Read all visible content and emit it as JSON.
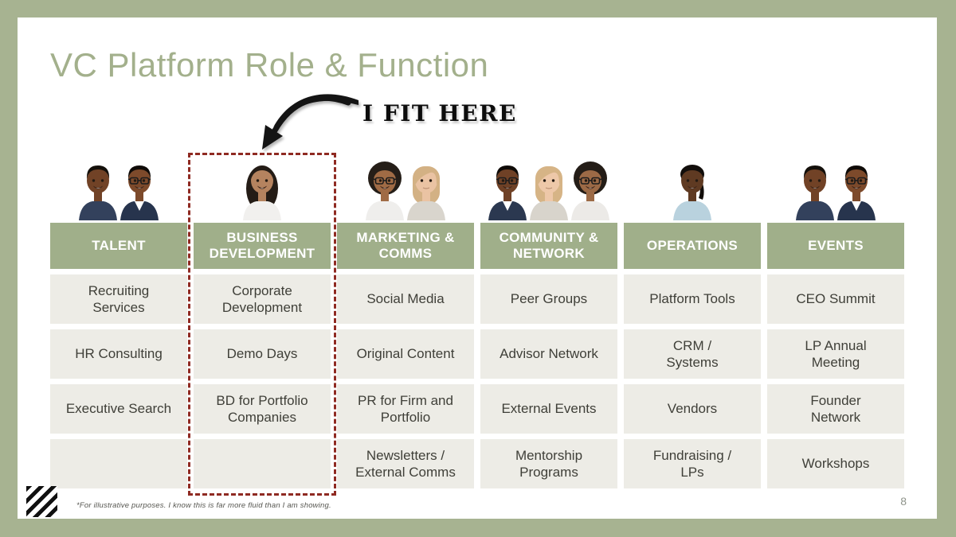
{
  "slide": {
    "title": "VC Platform Role & Function",
    "annotation_label": "I FIT HERE",
    "footnote": "*For illustrative purposes. I know this is far more fluid than I am showing.",
    "page_number": "8",
    "colors": {
      "frame_green": "#a7b391",
      "header_green": "#a0af8a",
      "title_green": "#a3b08c",
      "cell_bg": "#edece6",
      "cell_text": "#3f3f38",
      "highlight_red": "#8f2a22"
    },
    "table": {
      "columns": [
        {
          "header": "TALENT",
          "highlighted": false,
          "rows": [
            "Recruiting\nServices",
            "HR Consulting",
            "Executive Search",
            ""
          ]
        },
        {
          "header": "BUSINESS\nDEVELOPMENT",
          "highlighted": true,
          "rows": [
            "Corporate\nDevelopment",
            "Demo Days",
            "BD for Portfolio\nCompanies",
            ""
          ]
        },
        {
          "header": "MARKETING &\nCOMMS",
          "highlighted": false,
          "rows": [
            "Social Media",
            "Original Content",
            "PR for Firm and\nPortfolio",
            "Newsletters /\nExternal Comms"
          ]
        },
        {
          "header": "COMMUNITY &\nNETWORK",
          "highlighted": false,
          "rows": [
            "Peer Groups",
            "Advisor Network",
            "External Events",
            "Mentorship\nPrograms"
          ]
        },
        {
          "header": "OPERATIONS",
          "highlighted": false,
          "rows": [
            "Platform Tools",
            "CRM /\nSystems",
            "Vendors",
            "Fundraising /\nLPs"
          ]
        },
        {
          "header": "EVENTS",
          "highlighted": false,
          "rows": [
            "CEO Summit",
            "LP Annual\nMeeting",
            "Founder\nNetwork",
            "Workshops"
          ]
        }
      ]
    },
    "headshots": [
      {
        "column": "TALENT",
        "people": [
          {
            "label": "man-short-hair",
            "style": "short",
            "skin": "#714226",
            "hair": "#14100b",
            "shirt": "#33415c",
            "glasses": false,
            "smile": true
          },
          {
            "label": "man-glasses-blazer",
            "style": "short",
            "skin": "#7d4a2b",
            "hair": "#0f0b08",
            "shirt": "#27344d",
            "collar": "#ffffff",
            "glasses": true,
            "smile": true
          }
        ]
      },
      {
        "column": "BUSINESS DEVELOPMENT",
        "people": [
          {
            "label": "woman-long-curly-hair",
            "style": "curlylong",
            "skin": "#b5835f",
            "hair": "#241c16",
            "shirt": "#f1f0ee",
            "glasses": false,
            "smile": true
          }
        ]
      },
      {
        "column": "MARKETING & COMMS",
        "people": [
          {
            "label": "woman-curly-glasses",
            "style": "afro",
            "skin": "#a06b45",
            "hair": "#251e18",
            "shirt": "#efeeec",
            "glasses": true,
            "smile": true
          },
          {
            "label": "woman-blonde",
            "style": "straight",
            "skin": "#eac3a3",
            "hair": "#d3b184",
            "shirt": "#d9d5cd",
            "glasses": false,
            "smile": false
          }
        ]
      },
      {
        "column": "COMMUNITY & NETWORK",
        "people": [
          {
            "label": "man-glasses-blazer",
            "style": "short",
            "skin": "#6f4126",
            "hair": "#0f0b08",
            "shirt": "#2b3850",
            "collar": "#ffffff",
            "glasses": true,
            "smile": true
          },
          {
            "label": "woman-blonde",
            "style": "straight",
            "skin": "#eec8a9",
            "hair": "#d6b486",
            "shirt": "#d8d4cc",
            "glasses": false,
            "smile": false
          },
          {
            "label": "woman-curly-glasses",
            "style": "afro",
            "skin": "#9c6a46",
            "hair": "#241d17",
            "shirt": "#eceae7",
            "glasses": true,
            "smile": true
          }
        ]
      },
      {
        "column": "OPERATIONS",
        "people": [
          {
            "label": "woman-braids-blue-top",
            "style": "updo",
            "skin": "#5f3a22",
            "hair": "#120e0b",
            "shirt": "#b9d2de",
            "glasses": false,
            "smile": true
          }
        ]
      },
      {
        "column": "EVENTS",
        "people": [
          {
            "label": "man-short-hair",
            "style": "short",
            "skin": "#714226",
            "hair": "#14100b",
            "shirt": "#33415c",
            "glasses": false,
            "smile": true
          },
          {
            "label": "man-glasses-blazer",
            "style": "short",
            "skin": "#7d4a2b",
            "hair": "#0f0b08",
            "shirt": "#27344d",
            "collar": "#ffffff",
            "glasses": true,
            "smile": true
          }
        ]
      }
    ]
  }
}
